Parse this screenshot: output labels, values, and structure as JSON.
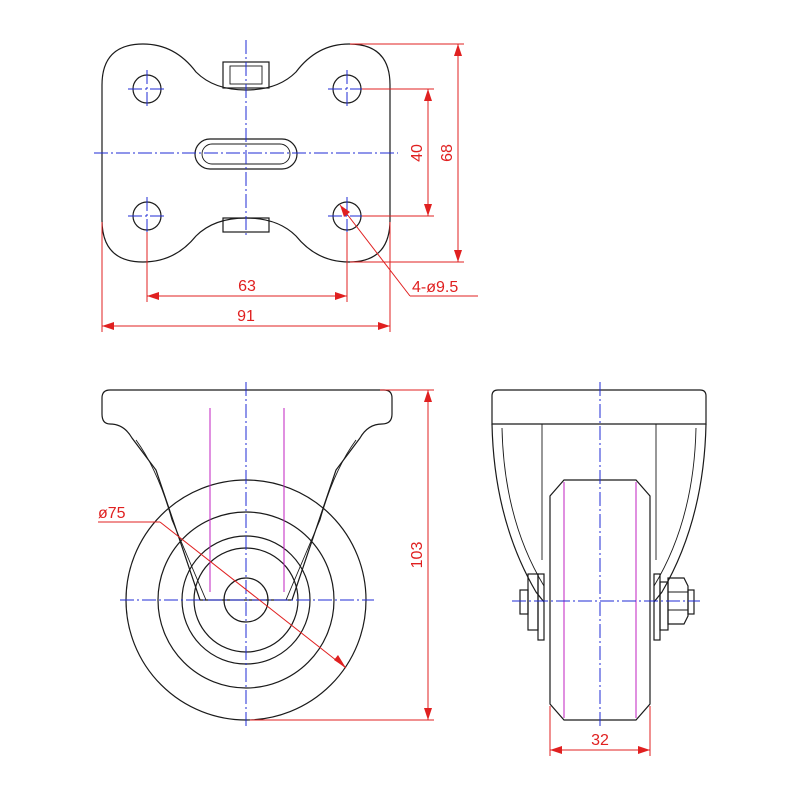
{
  "colors": {
    "outline": "#1a1a1a",
    "center_line": "#1f2bd6",
    "dimension": "#e02020",
    "hidden_line": "#c020c0"
  },
  "dimensions": {
    "hole_spacing_vertical": "40",
    "plate_height": "68",
    "hole_spacing_horizontal": "63",
    "plate_width": "91",
    "hole_callout": "4-ø9.5",
    "wheel_diameter": "ø75",
    "overall_height": "103",
    "wheel_width": "32"
  }
}
